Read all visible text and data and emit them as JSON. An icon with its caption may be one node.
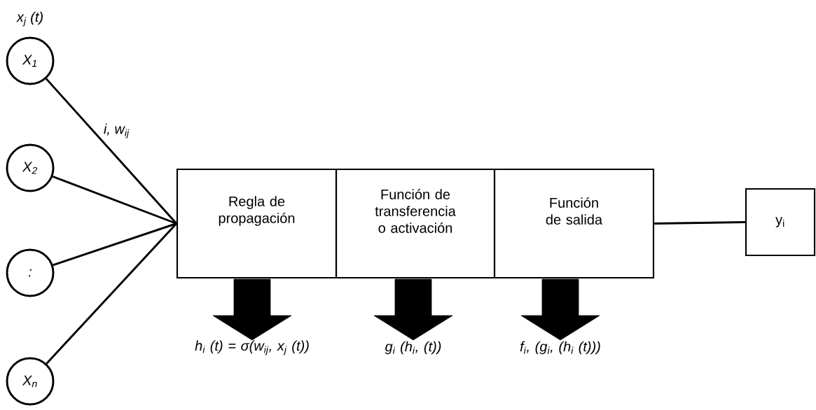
{
  "diagram": {
    "nodes": [
      {
        "text": [
          "X$_{1}$"
        ],
        "beside": [
          "x$_{j}$ (t)"
        ]
      },
      {
        "text": [
          "X$_{2}$"
        ]
      },
      {
        "text": [
          ":"
        ]
      },
      {
        "text": [
          "X$_{n}$"
        ]
      },
      {
        "text": [
          "Regla de propagación"
        ]
      },
      {
        "text": [
          "Función de transferencia o activación"
        ]
      },
      {
        "text": [
          "Función de salida"
        ]
      },
      {
        "text": [
          "y$_{i}$"
        ]
      },
      {
        "text": [
          "h$_{i}$ (t) = σ(w$_{ij}$, x$_{j}$ (t))"
        ]
      },
      {
        "text": [
          "g$_{i}$ (h$_{i}$, (t))"
        ]
      },
      {
        "text": [
          "f$_{i}$, (g$_{i}$, (h$_{i}$ (t)))"
        ]
      }
    ],
    "edges": [
      {
        "from": 0,
        "to": 4,
        "arrow": "none",
        "label": "i, w$_{ij}$"
      },
      {
        "from": 1,
        "to": 4,
        "arrow": "none"
      },
      {
        "from": 2,
        "to": 4,
        "arrow": "none"
      },
      {
        "from": 3,
        "to": 4,
        "arrow": "none"
      },
      {
        "from": 6,
        "to": 7,
        "arrow": "none"
      },
      {
        "from": 4,
        "to": 8,
        "arrow": "to",
        "style": "thick"
      },
      {
        "from": 5,
        "to": 9,
        "arrow": "to",
        "style": "thick"
      },
      {
        "from": 6,
        "to": 10,
        "arrow": "to",
        "style": "thick"
      }
    ]
  }
}
